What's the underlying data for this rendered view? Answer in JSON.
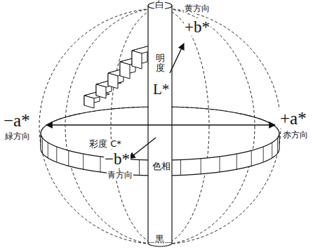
{
  "diagram": {
    "labels": [
      "白",
      "黄方向",
      "明度",
      "L*",
      "+b*",
      "−a*",
      "緑方向",
      "+a*",
      "赤方向",
      "彩度 C*",
      "−b*",
      "青方向",
      "色相",
      "黒"
    ]
  }
}
